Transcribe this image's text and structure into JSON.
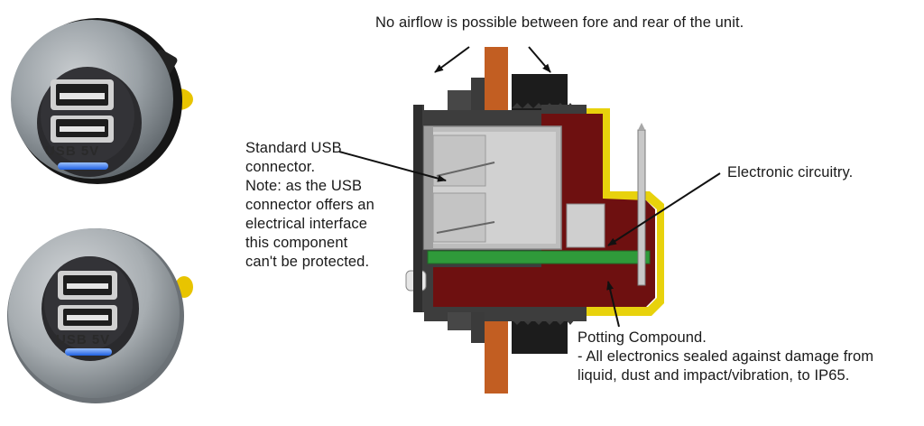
{
  "labels": {
    "airflow": "No airflow is possible between fore and rear of the unit.",
    "usb_connector": "Standard USB\nconnector.\nNote: as the USB\nconnector offers an\nelectrical interface\nthis component\ncan't be protected.",
    "electronic_circuitry": "Electronic circuitry.",
    "potting_compound": "Potting Compound.\n- All electronics sealed against damage from\nliquid, dust and impact/vibration, to IP65."
  },
  "product_marking": "USB 5V",
  "colors": {
    "potting": "#6e1010",
    "yellow": "#e8d20c",
    "panel": "#c25e22",
    "pcb": "#2f9a3a",
    "housing": "#3d3d3d",
    "usb_metal": "#c9c9c9",
    "led": "#3a7bff",
    "bezel": "#8e959b"
  }
}
